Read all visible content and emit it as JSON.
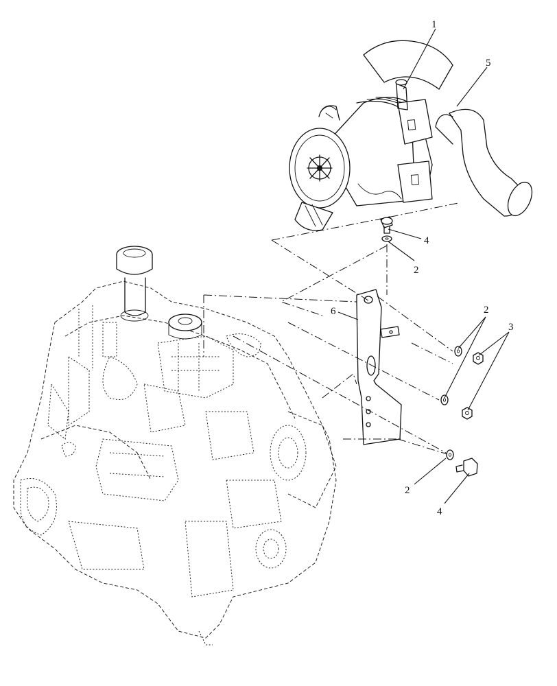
{
  "callouts": [
    {
      "id": "c1",
      "text": "1"
    },
    {
      "id": "c5",
      "text": "5"
    },
    {
      "id": "c4a",
      "text": "4"
    },
    {
      "id": "c2a",
      "text": "2"
    },
    {
      "id": "c6",
      "text": "6"
    },
    {
      "id": "c2b",
      "text": "2"
    },
    {
      "id": "c3",
      "text": "3"
    },
    {
      "id": "c2c",
      "text": "2"
    },
    {
      "id": "c4b",
      "text": "4"
    }
  ]
}
